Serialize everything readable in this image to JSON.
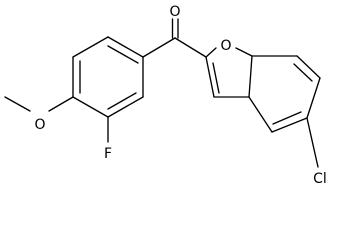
{
  "structure": {
    "bond_color": "#000000",
    "background": "#ffffff",
    "atoms": {
      "carbonyl_oxygen": "O",
      "ring_oxygen": "O",
      "chlorine": "Cl",
      "fluorine": "F",
      "methoxy_oxygen": "O"
    }
  }
}
